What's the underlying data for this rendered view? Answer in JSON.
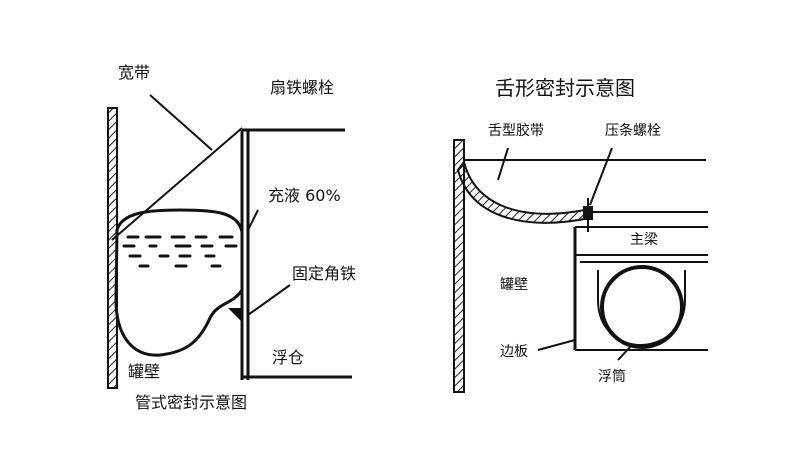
{
  "left_diagram": {
    "title": "管式密封示意图",
    "labels": {
      "wide_belt": "宽带",
      "fan_iron_bolt": "扇铁螺栓",
      "fill_liquid": "充液 60%",
      "fixed_angle_iron": "固定角铁",
      "tank_wall": "罐壁",
      "floating_compartment": "浮仓"
    }
  },
  "right_diagram": {
    "title": "舌形密封示意图",
    "labels": {
      "tongue_rubber_belt": "舌型胶带",
      "press_bar_bolt": "压条螺栓",
      "main_beam": "主梁",
      "tank_wall": "罐壁",
      "side_plate": "边板",
      "float_tube": "浮筒"
    }
  }
}
